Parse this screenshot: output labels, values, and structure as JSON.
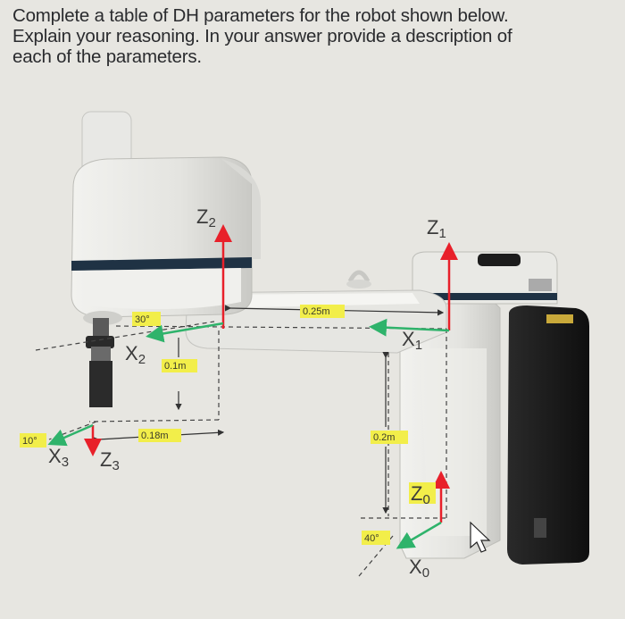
{
  "question": {
    "line1": "Complete a table of DH parameters for the robot shown below.",
    "line2": "Explain your reasoning.  In your answer provide a description of",
    "line3": "each of the parameters."
  },
  "axes": {
    "z0": {
      "main": "Z",
      "sub": "0"
    },
    "x0": {
      "main": "X",
      "sub": "0"
    },
    "z1": {
      "main": "Z",
      "sub": "1"
    },
    "x1": {
      "main": "X",
      "sub": "1"
    },
    "z2": {
      "main": "Z",
      "sub": "2"
    },
    "x2": {
      "main": "X",
      "sub": "2"
    },
    "z3": {
      "main": "Z",
      "sub": "3"
    },
    "x3": {
      "main": "X",
      "sub": "3"
    }
  },
  "dimensions": {
    "d_025": "0.25m",
    "d_01": "0.1m",
    "d_018": "0.18m",
    "d_02": "0.2m"
  },
  "angles": {
    "a30": "30°",
    "a10": "10°",
    "a40": "40°"
  },
  "colors": {
    "z_axis": "#e8202a",
    "x_axis": "#2fb36b",
    "highlight": "#f2ee4a"
  }
}
